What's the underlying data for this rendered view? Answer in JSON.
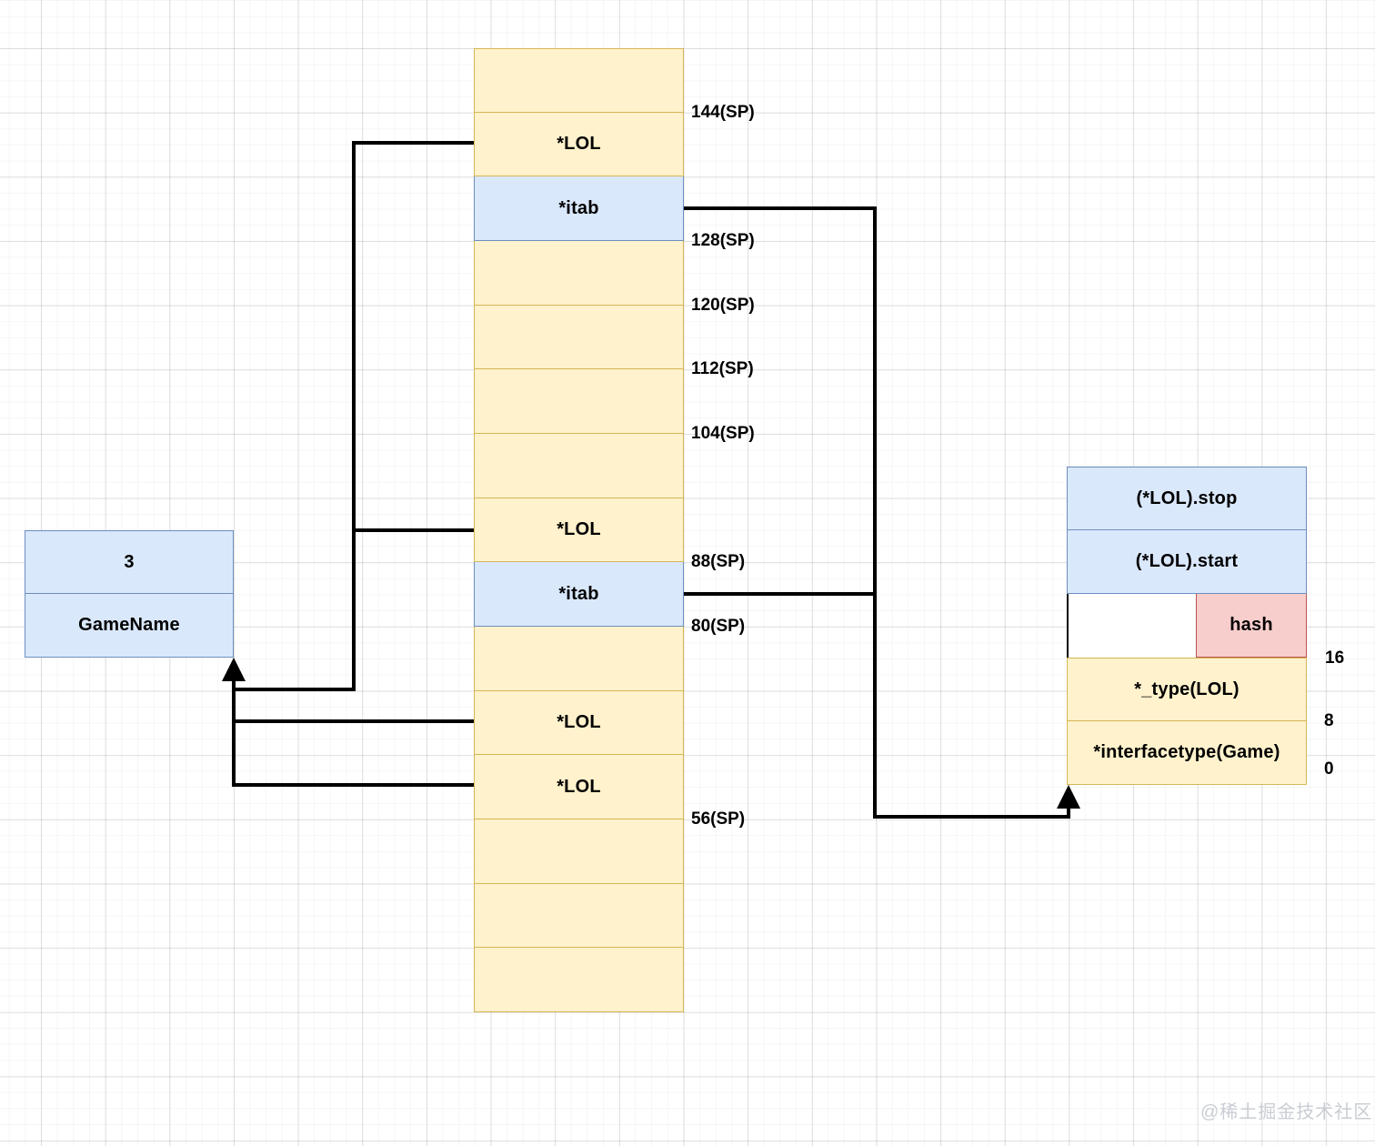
{
  "colors": {
    "yellow_fill": "#fff2cc",
    "yellow_border": "#d6b656",
    "blue_fill": "#dae8fc",
    "blue_border": "#6c8ebf",
    "red_fill": "#f8cecc",
    "red_border": "#b85450",
    "line": "#000000"
  },
  "stack": {
    "cells": [
      {
        "label": "",
        "color": "yellow",
        "sp": "144(SP)"
      },
      {
        "label": "*LOL",
        "color": "yellow",
        "sp": ""
      },
      {
        "label": "*itab",
        "color": "blue",
        "sp": "128(SP)"
      },
      {
        "label": "",
        "color": "yellow",
        "sp": "120(SP)"
      },
      {
        "label": "",
        "color": "yellow",
        "sp": "112(SP)"
      },
      {
        "label": "",
        "color": "yellow",
        "sp": "104(SP)"
      },
      {
        "label": "",
        "color": "yellow",
        "sp": ""
      },
      {
        "label": "*LOL",
        "color": "yellow",
        "sp": "88(SP)"
      },
      {
        "label": "*itab",
        "color": "blue",
        "sp": "80(SP)"
      },
      {
        "label": "",
        "color": "yellow",
        "sp": ""
      },
      {
        "label": "*LOL",
        "color": "yellow",
        "sp": ""
      },
      {
        "label": "*LOL",
        "color": "yellow",
        "sp": "56(SP)"
      },
      {
        "label": "",
        "color": "yellow",
        "sp": ""
      },
      {
        "label": "",
        "color": "yellow",
        "sp": ""
      },
      {
        "label": "",
        "color": "yellow",
        "sp": ""
      }
    ]
  },
  "value_box": {
    "cells": [
      {
        "label": "3",
        "color": "blue"
      },
      {
        "label": "GameName",
        "color": "blue"
      }
    ]
  },
  "itab_box": {
    "cells": [
      {
        "label": "(*LOL).stop",
        "color": "blue"
      },
      {
        "label": "(*LOL).start",
        "color": "blue"
      },
      {
        "label": "hash",
        "color": "red"
      },
      {
        "label": "*_type(LOL)",
        "color": "yellow"
      },
      {
        "label": "*interfacetype(Game)",
        "color": "yellow"
      }
    ],
    "offset_labels": [
      "16",
      "8",
      "0"
    ]
  },
  "watermark": "@稀土掘金技术社区"
}
